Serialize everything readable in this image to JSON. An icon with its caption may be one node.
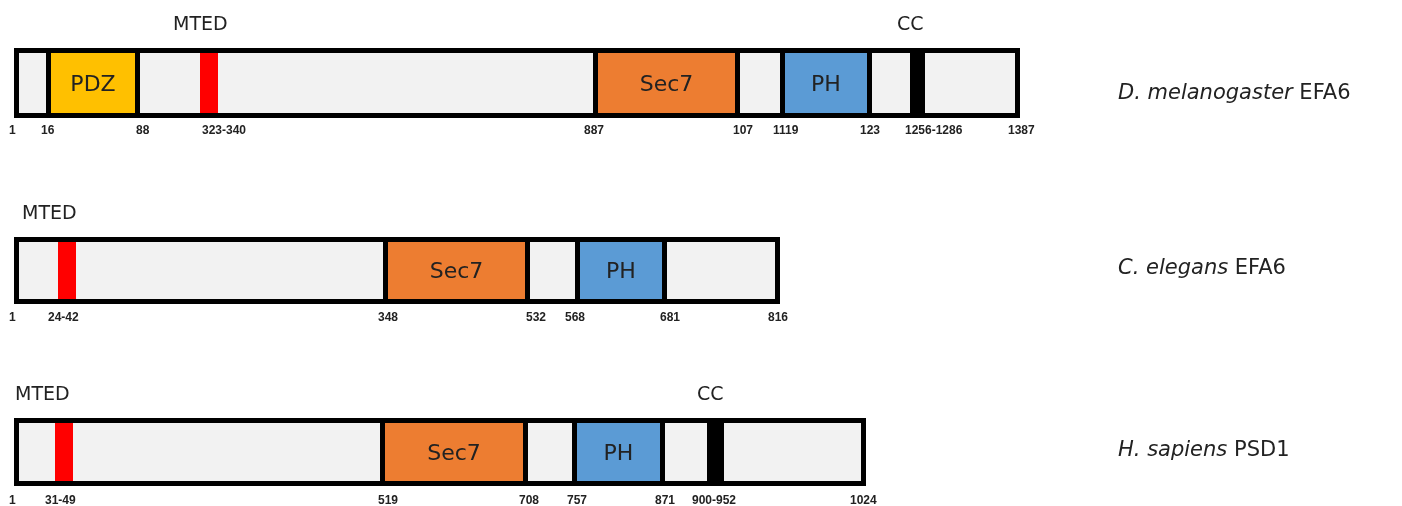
{
  "diagram": {
    "nodes": [
      {
        "text": [],
        "shape": "bar"
      },
      {
        "text": [
          "PDZ"
        ],
        "in": 0
      },
      {
        "text": [
          "MTED"
        ],
        "in": 0
      },
      {
        "text": [
          "Sec7"
        ],
        "in": 0
      },
      {
        "text": [
          "PH"
        ],
        "in": 0
      },
      {
        "text": [
          "CC"
        ],
        "in": 0
      },
      {
        "text": [],
        "shape": "bar"
      },
      {
        "text": [
          "MTED"
        ],
        "in": 6
      },
      {
        "text": [
          "Sec7"
        ],
        "in": 6
      },
      {
        "text": [
          "PH"
        ],
        "in": 6
      },
      {
        "text": [],
        "shape": "bar"
      },
      {
        "text": [
          "MTED"
        ],
        "in": 10
      },
      {
        "text": [
          "Sec7"
        ],
        "in": 10
      },
      {
        "text": [
          "PH"
        ],
        "in": 10
      },
      {
        "text": [
          "CC"
        ],
        "in": 10
      }
    ],
    "labels": [
      "*D. melanogaster* EFA6",
      "1",
      "16",
      "88",
      "323-340",
      "887",
      "107",
      "1119",
      "123",
      "1256-1286",
      "1387",
      "*C. elegans* EFA6",
      "1",
      "24-42",
      "348",
      "532",
      "568",
      "681",
      "816",
      "*H. sapiens* PSD1",
      "1",
      "31-49",
      "519",
      "708",
      "757",
      "871",
      "900-952",
      "1024"
    ]
  }
}
